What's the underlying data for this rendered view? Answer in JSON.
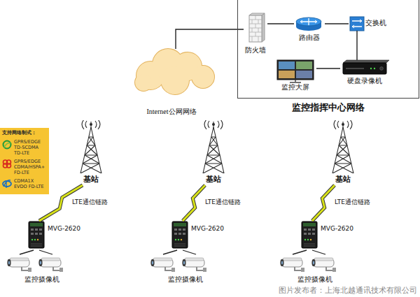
{
  "diagram": {
    "nodes": [
      {
        "text": [
          "监控指挥中心网络"
        ]
      },
      {
        "text": [
          "防火墙"
        ],
        "in": 0
      },
      {
        "text": [
          "路由器"
        ],
        "in": 0
      },
      {
        "text": [
          "交换机"
        ],
        "in": 0
      },
      {
        "text": [
          "监控大屏"
        ],
        "in": 0
      },
      {
        "text": [
          "硬盘录像机"
        ],
        "in": 0
      },
      {
        "text": [
          "Internet公网网络"
        ]
      },
      {
        "text": [
          "支持网络制式：",
          "GPRS/EDGE TD-SCDMA TD-LTE",
          "GPRS/EDGE CDMA/HSPA+ FD-LTE",
          "CDMA1X EVDO FD-LTE"
        ]
      },
      {
        "text": [
          "基站"
        ]
      },
      {
        "text": [
          "基站"
        ]
      },
      {
        "text": [
          "基站"
        ]
      },
      {
        "text": [
          "MVG-2620"
        ]
      },
      {
        "text": [
          "MVG-2620"
        ]
      },
      {
        "text": [
          "MVG-2620"
        ]
      },
      {
        "text": [
          "监控摄像机"
        ]
      },
      {
        "text": [
          "监控摄像机"
        ]
      },
      {
        "text": [
          "监控摄像机"
        ]
      }
    ],
    "edges": [
      {
        "from": 6,
        "to": 1,
        "arrow": "none"
      },
      {
        "from": 1,
        "to": 2,
        "arrow": "none"
      },
      {
        "from": 2,
        "to": 3,
        "arrow": "none"
      },
      {
        "from": 3,
        "to": 5,
        "arrow": "none"
      },
      {
        "from": 5,
        "to": 4,
        "arrow": "none"
      },
      {
        "from": 8,
        "to": 11,
        "label": "LTE通信链路",
        "arrow": "none"
      },
      {
        "from": 9,
        "to": 12,
        "label": "LTE通信链路",
        "arrow": "none"
      },
      {
        "from": 10,
        "to": 13,
        "label": "LTE通信链路",
        "arrow": "none"
      },
      {
        "from": 11,
        "to": 14,
        "arrow": "none"
      },
      {
        "from": 12,
        "to": 15,
        "arrow": "none"
      },
      {
        "from": 13,
        "to": 16,
        "arrow": "none"
      }
    ],
    "labels": [
      "图片发布者：上海北越通讯技术有限公司"
    ]
  }
}
